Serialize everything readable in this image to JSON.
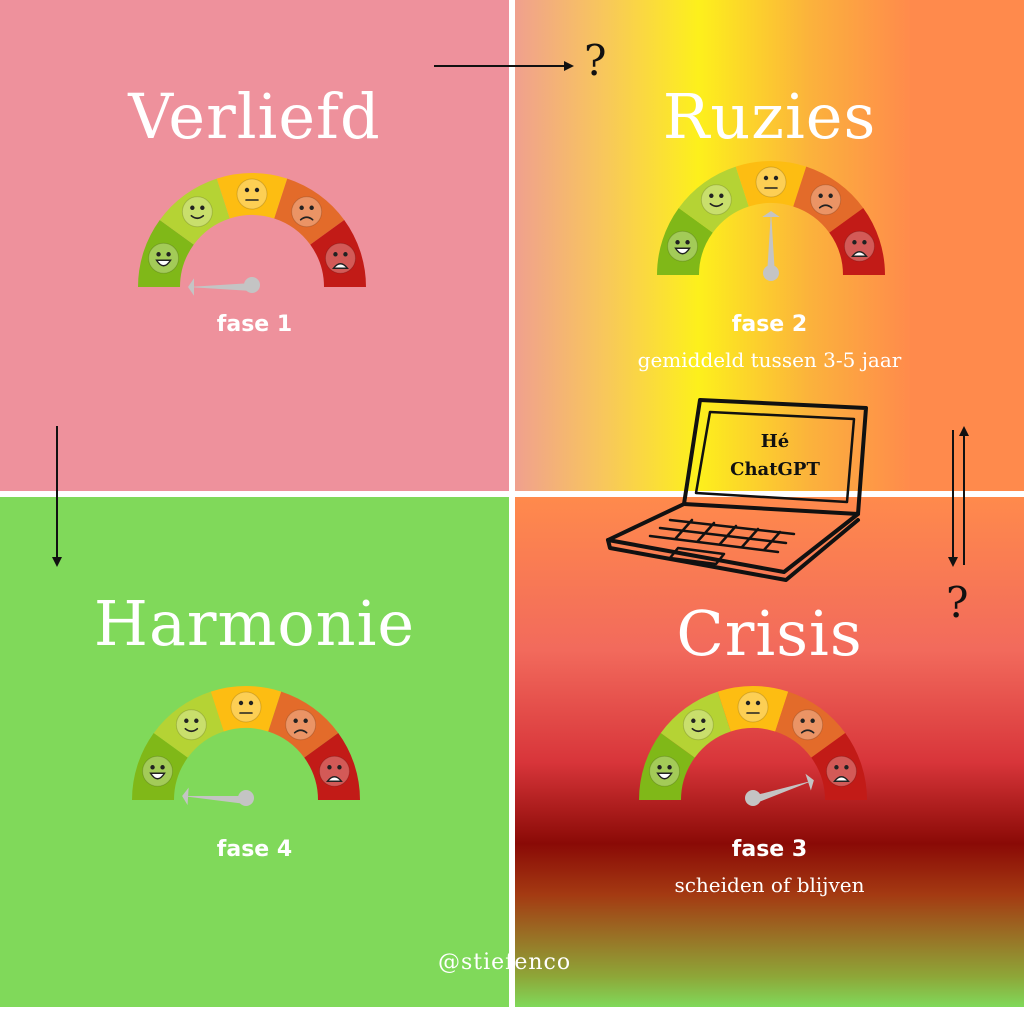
{
  "phases": {
    "verliefd": {
      "title": "Verliefd",
      "fase": "fase 1",
      "subtitle": "",
      "needle_level": 0.0
    },
    "ruzies": {
      "title": "Ruzies",
      "fase": "fase 2",
      "subtitle": "gemiddeld tussen 3-5 jaar",
      "needle_level": 0.5
    },
    "crisis": {
      "title": "Crisis",
      "fase": "fase 3",
      "subtitle": "scheiden of blijven",
      "needle_level": 0.9
    },
    "harmonie": {
      "title": "Harmonie",
      "fase": "fase 4",
      "subtitle": "",
      "needle_level": 0.02
    }
  },
  "laptop": {
    "line1": "Hé",
    "line2": "ChatGPT"
  },
  "question_marks": {
    "top": "?",
    "right": "?"
  },
  "handle": "@stiefenco",
  "gauge_colors": [
    "#80b818",
    "#b5d334",
    "#fdbd12",
    "#e36b2a",
    "#c21b17"
  ],
  "gauge_faces": [
    "laughing-face-icon",
    "smiling-face-icon",
    "neutral-face-icon",
    "frowning-face-icon",
    "crying-face-icon"
  ],
  "needle_color": "#c4c4c4"
}
